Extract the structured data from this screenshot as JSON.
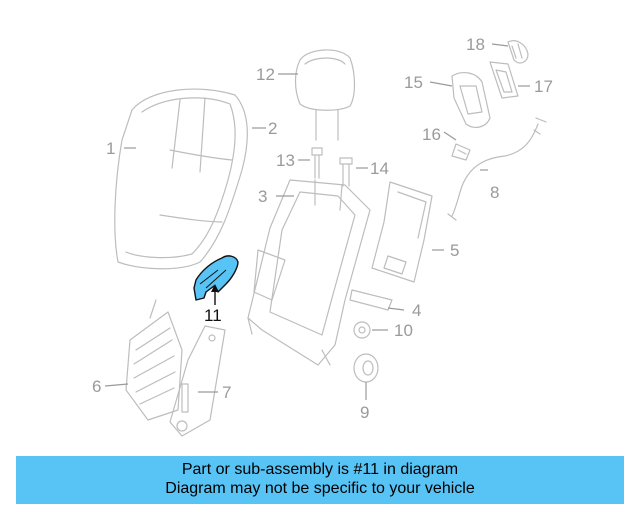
{
  "diagram": {
    "highlight_color": "#58c3f5",
    "highlighted_part": "11",
    "callouts": [
      {
        "id": "c1",
        "label": "1"
      },
      {
        "id": "c2",
        "label": "2"
      },
      {
        "id": "c3",
        "label": "3"
      },
      {
        "id": "c4",
        "label": "4"
      },
      {
        "id": "c5",
        "label": "5"
      },
      {
        "id": "c6",
        "label": "6"
      },
      {
        "id": "c7",
        "label": "7"
      },
      {
        "id": "c8",
        "label": "8"
      },
      {
        "id": "c9",
        "label": "9"
      },
      {
        "id": "c10",
        "label": "10"
      },
      {
        "id": "c11",
        "label": "11"
      },
      {
        "id": "c12",
        "label": "12"
      },
      {
        "id": "c13",
        "label": "13"
      },
      {
        "id": "c14",
        "label": "14"
      },
      {
        "id": "c15",
        "label": "15"
      },
      {
        "id": "c16",
        "label": "16"
      },
      {
        "id": "c17",
        "label": "17"
      },
      {
        "id": "c18",
        "label": "18"
      }
    ]
  },
  "banner": {
    "line1": "Part or sub-assembly is #11 in diagram",
    "line2": "Diagram may not be specific to your vehicle",
    "background": "#58c3f5"
  }
}
